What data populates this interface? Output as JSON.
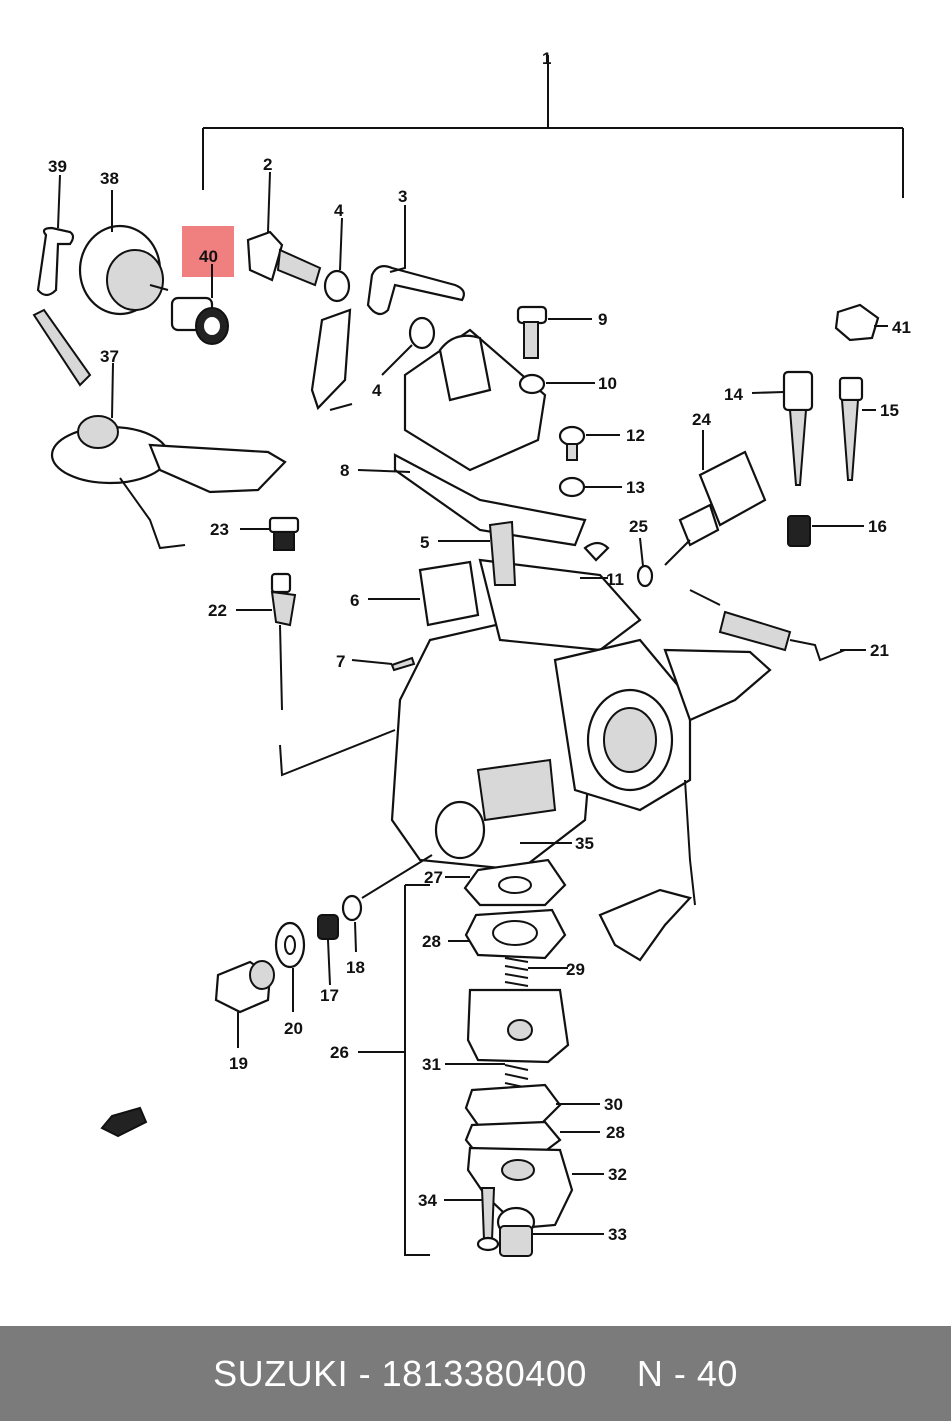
{
  "labels": {
    "l1": "1",
    "l2": "2",
    "l3": "3",
    "l4a": "4",
    "l4b": "4",
    "l5": "5",
    "l6": "6",
    "l7": "7",
    "l8": "8",
    "l9": "9",
    "l10": "10",
    "l11": "11",
    "l12": "12",
    "l13": "13",
    "l14": "14",
    "l15": "15",
    "l16": "16",
    "l17": "17",
    "l18": "18",
    "l19": "19",
    "l20": "20",
    "l21": "21",
    "l22": "22",
    "l23": "23",
    "l24": "24",
    "l25": "25",
    "l26": "26",
    "l27": "27",
    "l28a": "28",
    "l28b": "28",
    "l29": "29",
    "l30": "30",
    "l31": "31",
    "l32": "32",
    "l33": "33",
    "l34": "34",
    "l35": "35",
    "l37": "37",
    "l38": "38",
    "l39": "39",
    "l40": "40",
    "l41": "41"
  },
  "highlight": {
    "part": "40",
    "color": "#f08080"
  },
  "footer": {
    "brand": "SUZUKI",
    "separator": "-",
    "part_number": "1813380400",
    "ref": "N - 40"
  }
}
